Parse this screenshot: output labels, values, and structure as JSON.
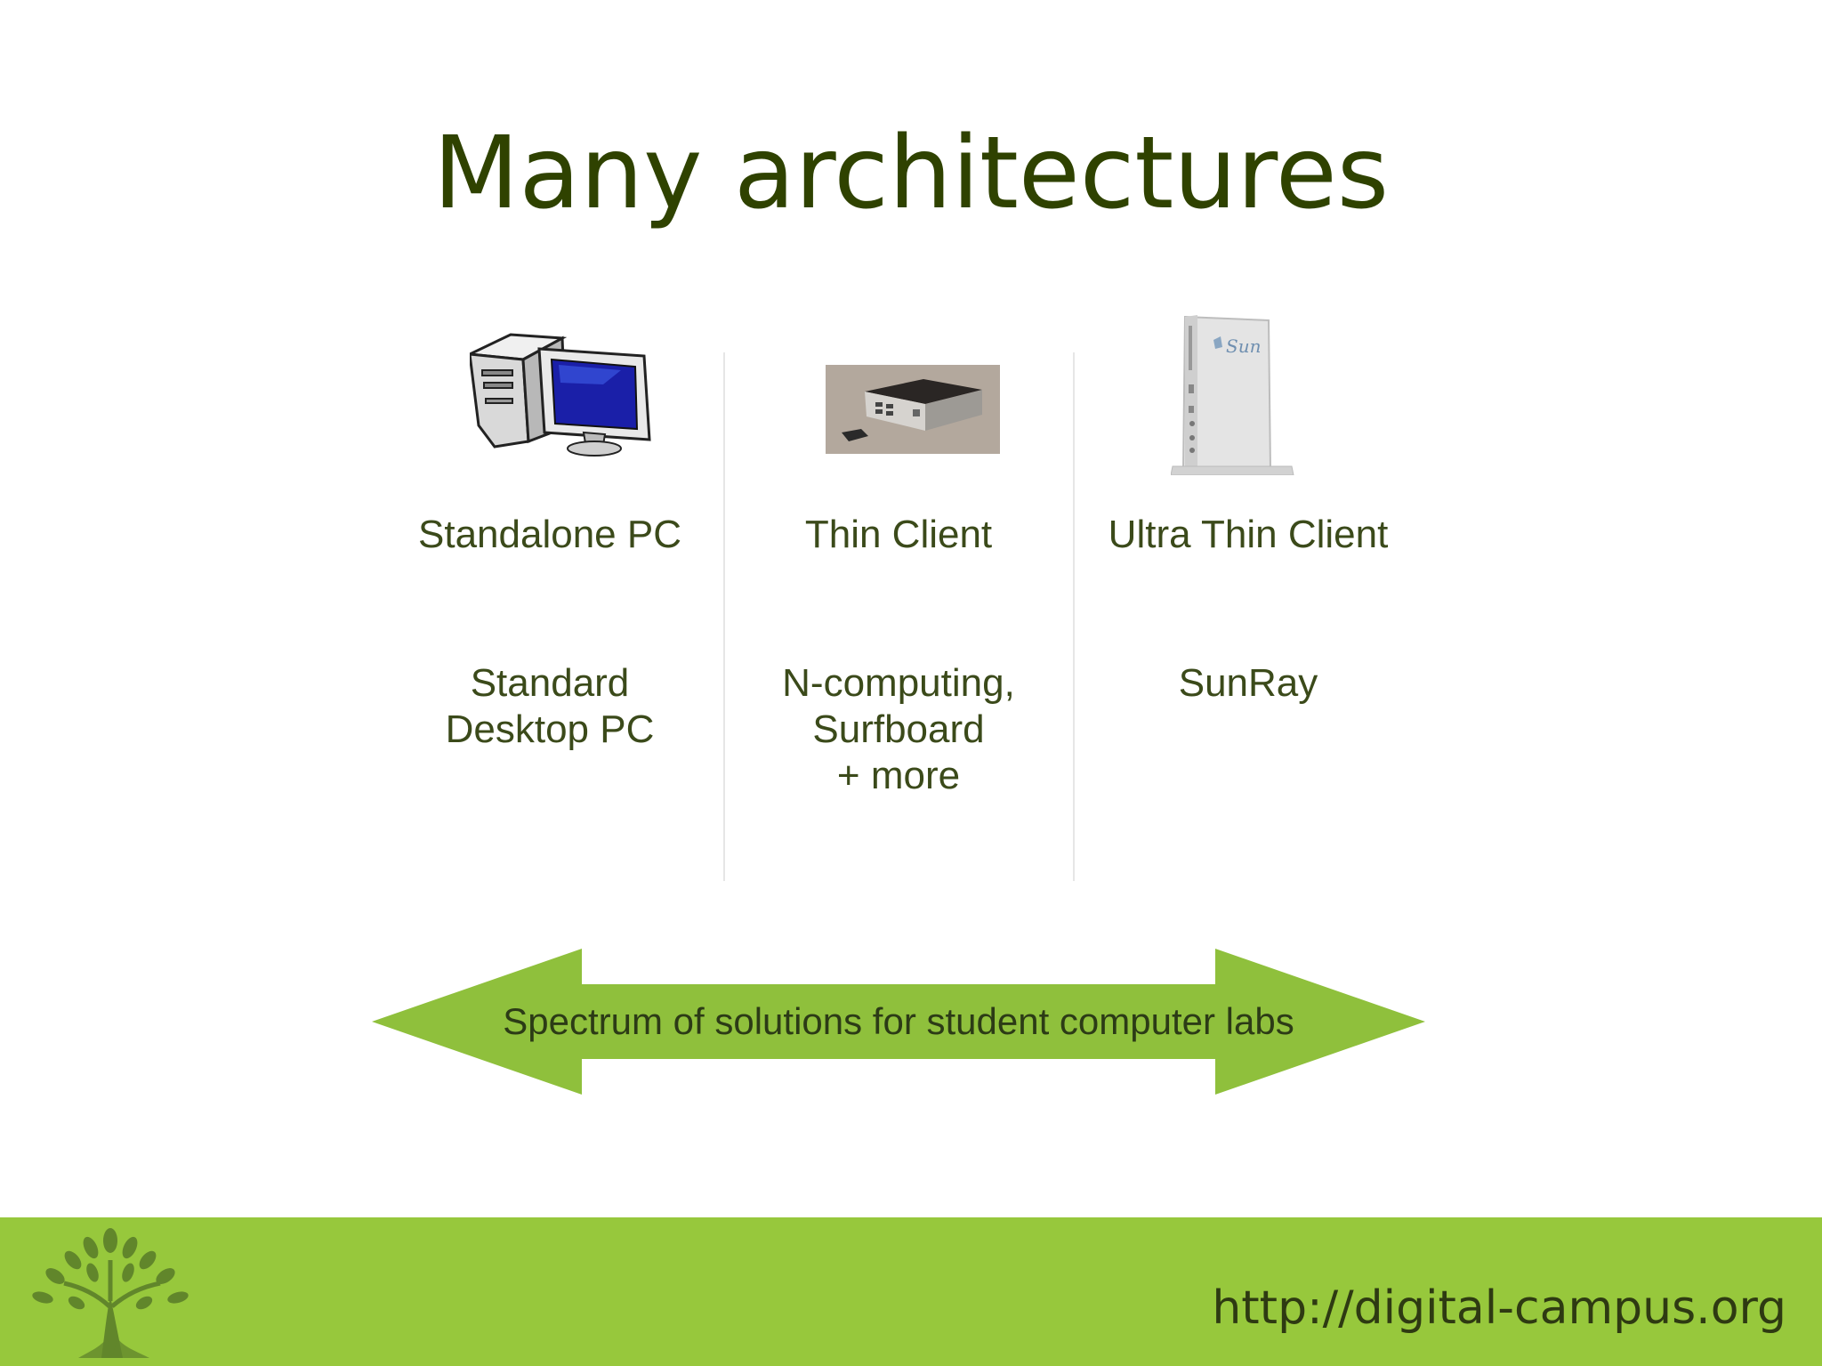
{
  "slide": {
    "title": "Many architectures"
  },
  "columns": [
    {
      "label": "Standalone PC",
      "detail_lines": [
        "Standard",
        "Desktop PC"
      ],
      "icon": "desktop-computer-icon"
    },
    {
      "label": "Thin Client",
      "detail_lines": [
        "N-computing,",
        "Surfboard",
        "+ more"
      ],
      "icon": "thin-client-box-icon"
    },
    {
      "label": "Ultra Thin Client",
      "detail_lines": [
        "SunRay"
      ],
      "icon": "sunray-terminal-icon",
      "device_brand": "Sun"
    }
  ],
  "spectrum": {
    "label": "Spectrum of solutions for student computer labs"
  },
  "footer": {
    "url": "http://digital-campus.org",
    "logo_icon": "tree-logo-icon"
  },
  "colors": {
    "title": "#2f4200",
    "text": "#3b4a1a",
    "arrow_fill": "#8fc03c",
    "footer_bar": "#97c83c",
    "logo_tree": "#5c7f2a"
  }
}
